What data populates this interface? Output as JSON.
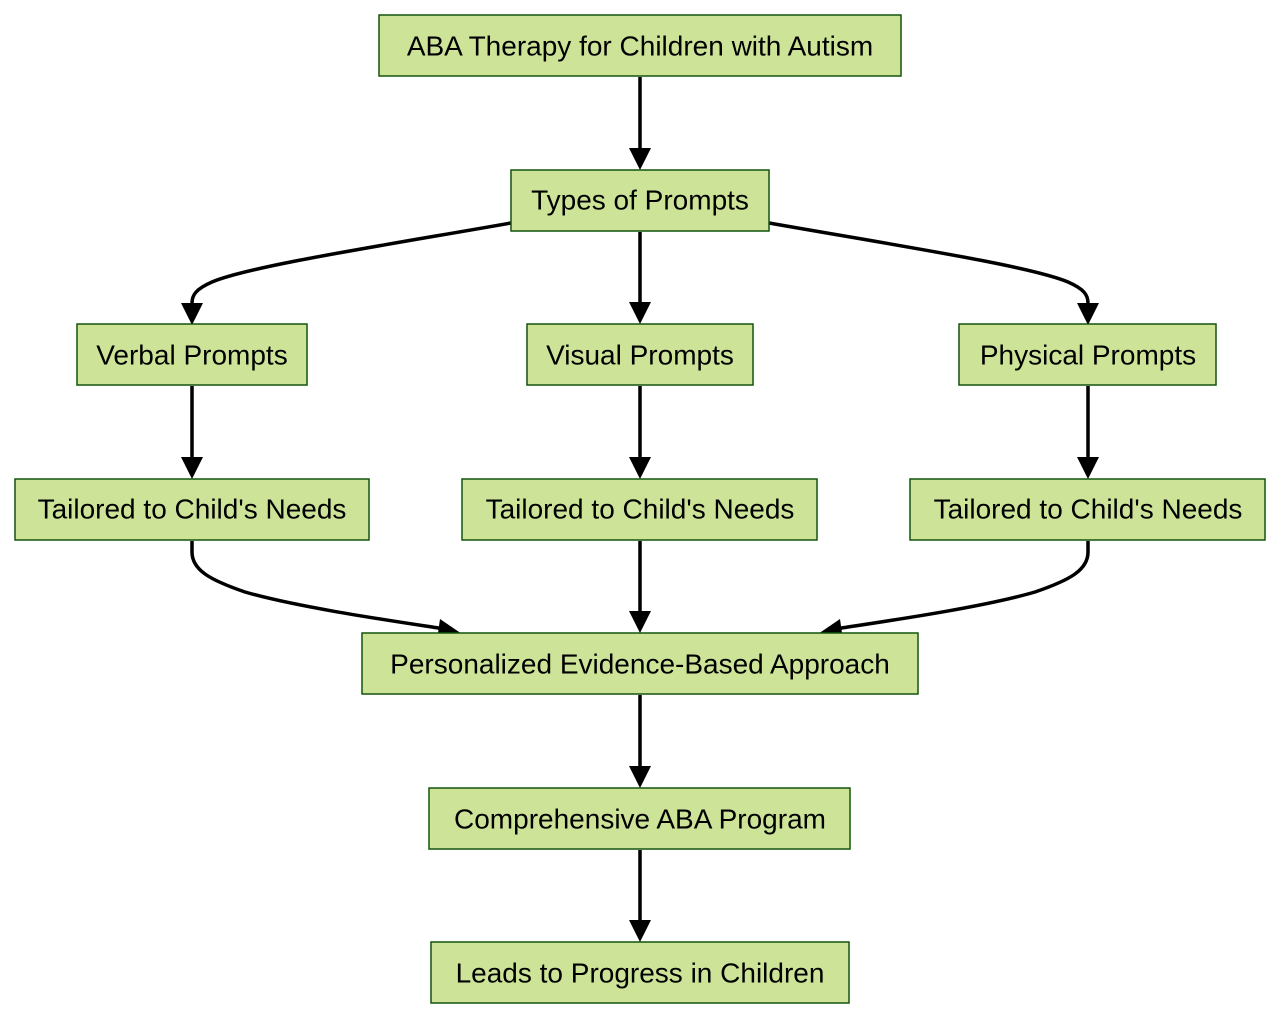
{
  "diagram": {
    "colors": {
      "node_fill": "#cde498",
      "node_border": "#13540c",
      "edge": "#000000",
      "text": "#000000"
    },
    "nodes": {
      "root": "ABA Therapy for Children with Autism",
      "types": "Types of Prompts",
      "verbal": "Verbal Prompts",
      "visual": "Visual Prompts",
      "physical": "Physical Prompts",
      "tailored_verbal": "Tailored to Child's Needs",
      "tailored_visual": "Tailored to Child's Needs",
      "tailored_physical": "Tailored to Child's Needs",
      "personalized": "Personalized Evidence-Based Approach",
      "program": "Comprehensive ABA Program",
      "progress": "Leads to Progress in Children"
    },
    "edges": [
      {
        "from": "root",
        "to": "types"
      },
      {
        "from": "types",
        "to": "verbal"
      },
      {
        "from": "types",
        "to": "visual"
      },
      {
        "from": "types",
        "to": "physical"
      },
      {
        "from": "verbal",
        "to": "tailored_verbal"
      },
      {
        "from": "visual",
        "to": "tailored_visual"
      },
      {
        "from": "physical",
        "to": "tailored_physical"
      },
      {
        "from": "tailored_verbal",
        "to": "personalized"
      },
      {
        "from": "tailored_visual",
        "to": "personalized"
      },
      {
        "from": "tailored_physical",
        "to": "personalized"
      },
      {
        "from": "personalized",
        "to": "program"
      },
      {
        "from": "program",
        "to": "progress"
      }
    ]
  }
}
